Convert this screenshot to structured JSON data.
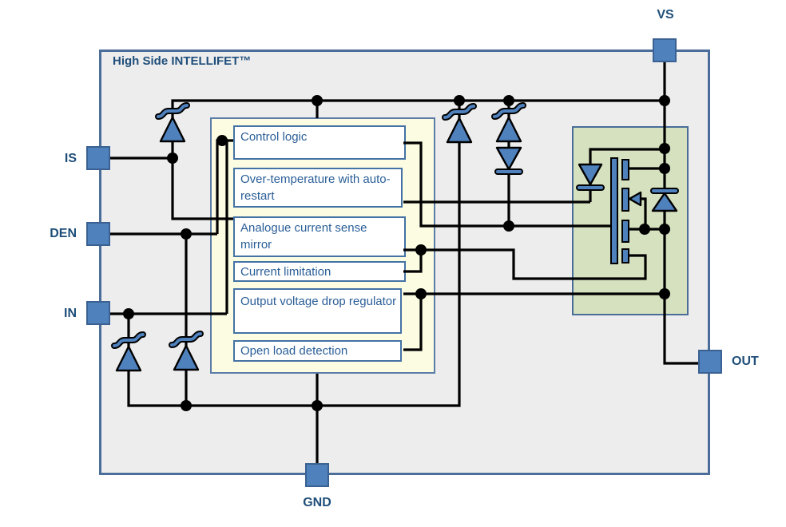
{
  "title": "High Side INTELLIFET™",
  "blocks": [
    {
      "label": "Control logic"
    },
    {
      "label": "Over-temperature with auto-restart"
    },
    {
      "label": "Analogue current sense mirror"
    },
    {
      "label": "Current limitation"
    },
    {
      "label": "Output voltage drop regulator"
    },
    {
      "label": "Open load detection"
    }
  ],
  "pins": [
    {
      "id": "VS",
      "label": "VS"
    },
    {
      "id": "IS",
      "label": "IS"
    },
    {
      "id": "DEN",
      "label": "DEN"
    },
    {
      "id": "IN",
      "label": "IN"
    },
    {
      "id": "GND",
      "label": "GND"
    },
    {
      "id": "OUT",
      "label": "OUT"
    }
  ],
  "components": [
    {
      "name": "zener-is-clamp"
    },
    {
      "name": "zener-vs-gnd"
    },
    {
      "name": "gate-protection-diode-stack"
    },
    {
      "name": "zener-in-gnd"
    },
    {
      "name": "zener-den-gnd"
    },
    {
      "name": "drain-gate-clamp-diode"
    },
    {
      "name": "body-diode"
    },
    {
      "name": "power-mosfet"
    },
    {
      "name": "sense-mosfet"
    }
  ],
  "colors": {
    "wire": "#000000",
    "pin_fill": "#4f81bd",
    "pin_border": "#3a6191",
    "outer_fill": "#ededee",
    "outer_border": "#4a6d99",
    "yellow_fill": "#fcfce3",
    "yellow_border": "#5b7ca6",
    "green_fill": "#d6e2bf",
    "green_border": "#4a6d99",
    "block_fill": "#ffffff",
    "block_border": "#4472a4",
    "block_text": "#2a5e97",
    "label_text": "#1f4e79",
    "comp": "#4f81bd"
  }
}
